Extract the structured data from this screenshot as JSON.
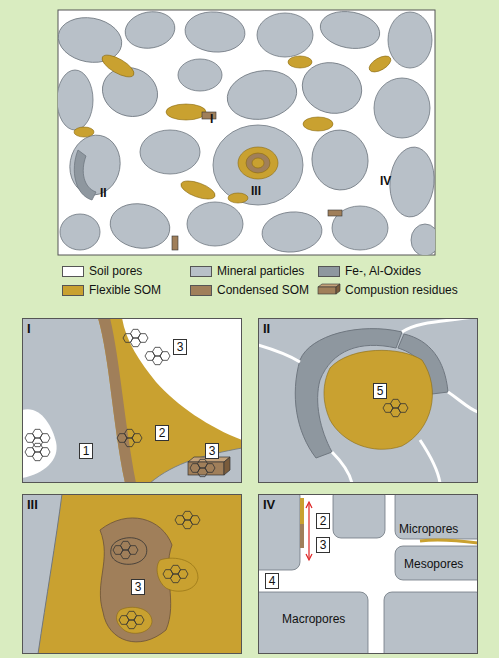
{
  "diagram": {
    "nodes": [
      {
        "text": [
          "I"
        ]
      },
      {
        "text": [
          "1"
        ],
        "in": 0
      },
      {
        "text": [
          "2"
        ],
        "in": 0
      },
      {
        "text": [
          "3"
        ],
        "in": 0
      },
      {
        "text": [
          "3"
        ],
        "in": 0
      },
      {
        "text": [
          "II"
        ]
      },
      {
        "text": [
          "5"
        ],
        "in": 5
      },
      {
        "text": [
          "III"
        ]
      },
      {
        "text": [
          "3"
        ],
        "in": 7
      },
      {
        "text": [
          "IV"
        ]
      },
      {
        "text": [
          "2"
        ],
        "in": 9
      },
      {
        "text": [
          "3"
        ],
        "in": 9
      },
      {
        "text": [
          "4"
        ],
        "in": 9
      }
    ],
    "labels": [
      "I",
      "II",
      "III",
      "IV",
      "Micropores",
      "Mesopores",
      "Macropores"
    ],
    "legend": [
      {
        "text": "Soil pores",
        "color": "#ffffff"
      },
      {
        "text": "Mineral particles",
        "color": "#b8c0c8"
      },
      {
        "text": "Fe-, Al-Oxides",
        "color": "#8e979f"
      },
      {
        "text": "Flexible SOM",
        "color": "#c9a130"
      },
      {
        "text": "Condensed SOM",
        "color": "#a07f5a"
      },
      {
        "text": "Compustion residues"
      }
    ]
  }
}
